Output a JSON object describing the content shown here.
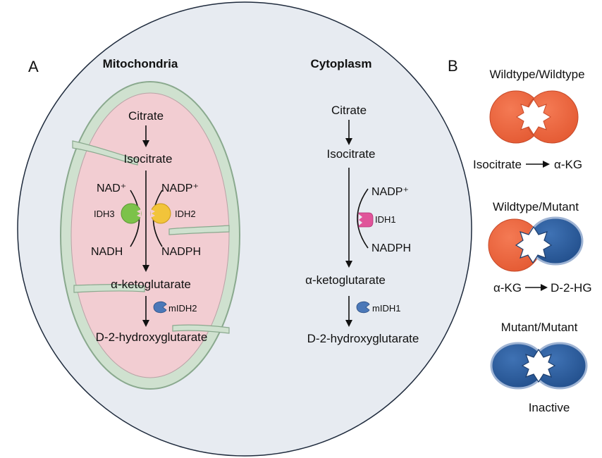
{
  "panel_a": {
    "letter": "A",
    "mitochondria": {
      "title": "Mitochondria",
      "citrate": "Citrate",
      "isocitrate": "Isocitrate",
      "nad_plus": "NAD⁺",
      "nadp_plus": "NADP⁺",
      "idh3": "IDH3",
      "idh2": "IDH2",
      "nadh": "NADH",
      "nadph": "NADPH",
      "akg": "α-ketoglutarate",
      "midh2": "mIDH2",
      "d2hg": "D-2-hydroxyglutarate"
    },
    "cytoplasm": {
      "title": "Cytoplasm",
      "citrate": "Citrate",
      "isocitrate": "Isocitrate",
      "nadp_plus": "NADP⁺",
      "idh1": "IDH1",
      "nadph": "NADPH",
      "akg": "α-ketoglutarate",
      "midh1": "mIDH1",
      "d2hg": "D-2-hydroxyglutarate"
    }
  },
  "panel_b": {
    "letter": "B",
    "wt_wt": {
      "title": "Wildtype/Wildtype",
      "reaction_left": "Isocitrate",
      "reaction_right": "α-KG"
    },
    "wt_mut": {
      "title": "Wildtype/Mutant",
      "reaction_left": "α-KG",
      "reaction_right": "D-2-HG"
    },
    "mut_mut": {
      "title": "Mutant/Mutant",
      "status": "Inactive"
    }
  },
  "colors": {
    "cell_fill": "#e7ebf1",
    "mito_outer": "#cfe1cf",
    "mito_inner": "#f2cdd2",
    "idh3": "#7cc24a",
    "idh2": "#f2c43a",
    "idh1": "#e0549a",
    "mutant": "#2f5f9e",
    "wildtype": "#ef6a43"
  }
}
